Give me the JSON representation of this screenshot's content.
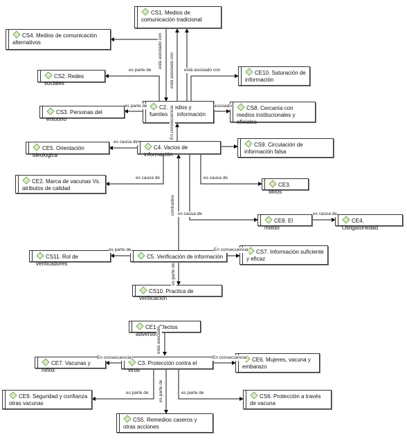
{
  "nodes": {
    "cs1": "CS1.  Medios de comunicación tradicional",
    "cs4": "CS4. Medios de comunicación alternativos",
    "cs2": "CS2. Redes sociales",
    "ce10": "CE10. Saturación de información",
    "cs3": "CS3. Personas del entoono",
    "c2": "C2. Medios y fuentes de información",
    "cs8": "CS8. Cercanía con medios institucionales y oficiales",
    "ce5": "CE5. Orientación ideologica",
    "c4": "C4. Vacios de información",
    "cs9": "CS9. Circulación de información falsa",
    "ce2": "CE2. Marca de vacunas Vs. atributos de calidad",
    "ce3": "CE3. Mitos",
    "ce8": "CE8. El miedo",
    "ce4": "CE4. Obligatoriedad",
    "cs11": "CS11. Rol de verificadores",
    "c5": "C5. Verificación de información",
    "cs7": "CS7. Información suficiente y eficaz",
    "cs10": "CS10. Practica de verificación",
    "ce1": "CE1. Efectos adversos",
    "ce7": "CE7. Vacunas y niños",
    "c3": "C3. Protección contra el virus",
    "ce6": "CE6. Mujeres, vacuna y embarazo",
    "ce9": "CE9. Seguridad y confianza otras vacunas",
    "cs6": "CS6. Protección a través de vacuna",
    "cs5": "CS5. Remedios caseros  y otras acciones"
  },
  "edge_labels": {
    "cs1_c2_a": "está asociado con",
    "cs1_c2_b": "está asociado con",
    "c2_cs2": "es parte de",
    "c2_ce10": "está asociado con",
    "c2_cs3": "es parte de",
    "c2_cs8": "asociado",
    "c4_c2": "En consecuencia",
    "c4_ce5": "es causa de",
    "c4_ce2": "es causa de",
    "c4_ce3": "es causa de",
    "c4_ce8": "es causa de",
    "ce8_ce4": "es causa de",
    "c5_c4": "contradice",
    "c5_cs11": "es parte de",
    "c5_cs7": "En consecuencia",
    "c5_cs10": "es parte de",
    "ce1_c3": "está asociado",
    "c3_ce7": "En consecuencia",
    "c3_ce6": "En consecuencia",
    "c3_ce9": "es parte de",
    "c3_cs6": "es parte de",
    "c3_cs5": "es parte de"
  }
}
